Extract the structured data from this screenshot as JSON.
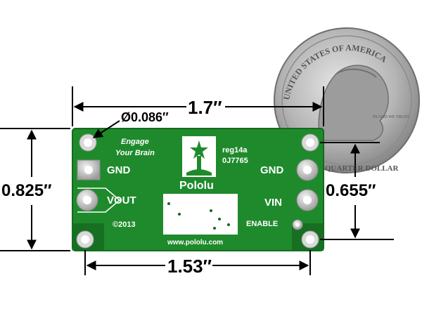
{
  "dimensions": {
    "width_total": "1.7″",
    "hole_diameter": "Ø0.086″",
    "height_total": "0.825″",
    "hole_spacing_vertical": "0.655″",
    "hole_spacing_horizontal": "1.53″"
  },
  "board": {
    "slogan_line1": "Engage",
    "slogan_line2": "Your Brain",
    "model": "reg14a",
    "code": "0J7765",
    "brand": "Pololu",
    "url": "www.pololu.com",
    "copyright": "©2013",
    "pins_left": [
      "GND",
      "VOUT"
    ],
    "pins_right": [
      "GND",
      "VIN",
      "ENABLE"
    ]
  },
  "coin": {
    "rim_text": "UNITED STATES OF AMERICA",
    "motto": "IN GOD WE TRUST",
    "denomination": "QUARTER DOLLAR"
  },
  "colors": {
    "pcb": "#1f8a2c",
    "pcb_dark": "#146a1f",
    "silkscreen": "#ffffff",
    "pad": "#d8d8d8",
    "coin": "#b9b9b9"
  }
}
